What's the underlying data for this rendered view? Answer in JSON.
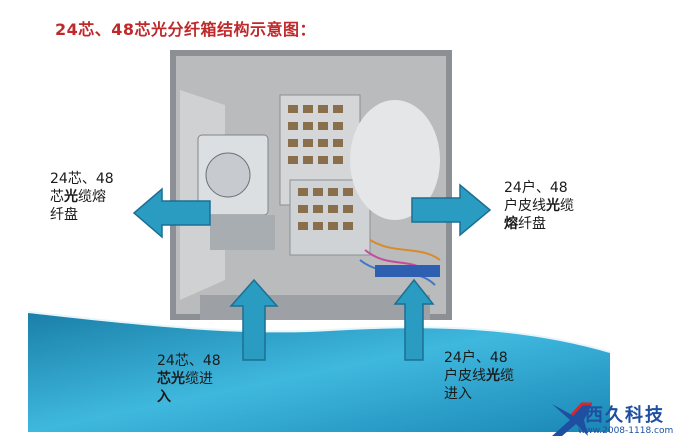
{
  "title": "24芯、48芯光分纤箱结构示意图：",
  "labels": {
    "left": {
      "line1": "24芯、48",
      "line2a": "芯",
      "line2b": "光",
      "line2c": "缆熔",
      "line3": "纤盘"
    },
    "right": {
      "line1": "24户、48",
      "line2a": "户皮线",
      "line2b": "光",
      "line2c": "缆",
      "line3a": "熔",
      "line3b": "纤盘"
    },
    "bottom_left": {
      "line1": "24芯、48",
      "line2a": "芯",
      "line2b": "光",
      "line2c": "缆进",
      "line3": "入"
    },
    "bottom_right": {
      "line1": "24户、48",
      "line2a": "户皮线",
      "line2b": "光",
      "line2c": "缆",
      "line3": "进入"
    }
  },
  "logo": {
    "name": "西久科技",
    "url": "www.2008-1118.com"
  },
  "colors": {
    "title": "#c0292b",
    "arrow": "#2a9cc2",
    "arrow_dark": "#1d6f93",
    "wave": "#2fa5cf"
  }
}
